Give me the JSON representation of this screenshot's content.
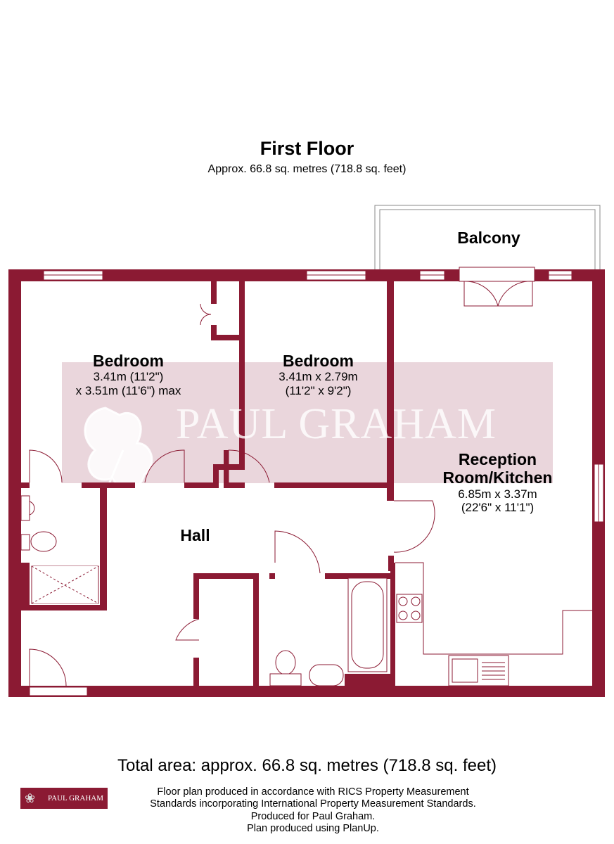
{
  "header": {
    "title": "First Floor",
    "subtitle": "Approx. 66.8 sq. metres (718.8 sq. feet)"
  },
  "rooms": [
    {
      "name": "Bedroom",
      "dims1": "3.41m (11'2\")",
      "dims2": "x 3.51m (11'6\") max"
    },
    {
      "name": "Bedroom",
      "dims1": "3.41m x 2.79m",
      "dims2": "(11'2\" x 9'2\")"
    },
    {
      "name": "Reception",
      "name2": "Room/Kitchen",
      "dims1": "6.85m x 3.37m",
      "dims2": "(22'6\" x 11'1\")"
    },
    {
      "name": "Balcony"
    },
    {
      "name": "Hall"
    }
  ],
  "watermark": "PAUL GRAHAM",
  "footer": {
    "total": "Total area: approx. 66.8 sq. metres (718.8 sq. feet)",
    "logo_text": "PAUL GRAHAM",
    "notes": [
      "Floor plan produced in accordance with RICS Property Measurement",
      "Standards incorporating International Property Measurement Standards.",
      "Produced for Paul Graham.",
      "Plan produced using PlanUp."
    ]
  },
  "colors": {
    "wall": "#8b1a33",
    "watermark_band": "#e6cfd6",
    "fixture": "#8b1a33"
  }
}
